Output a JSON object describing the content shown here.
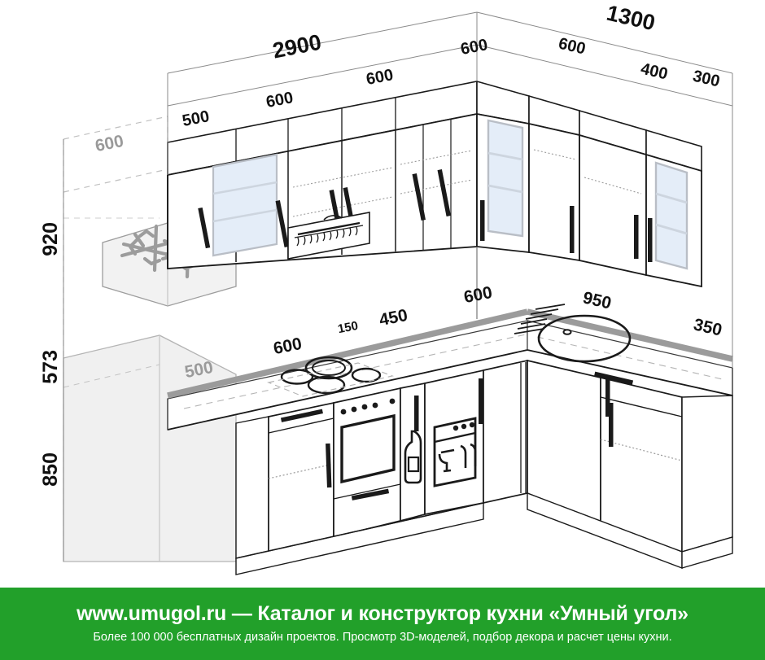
{
  "diagram": {
    "title": "Kitchen corner layout elevation",
    "units": "mm",
    "top_dimensions": [
      {
        "id": "wall-left-total",
        "value": "2900"
      },
      {
        "id": "wall-right-total",
        "value": "1300"
      }
    ],
    "upper_cabinet_widths": [
      {
        "id": "upper-1",
        "value": "500"
      },
      {
        "id": "upper-2",
        "value": "600"
      },
      {
        "id": "upper-3",
        "value": "600"
      },
      {
        "id": "upper-4",
        "value": "600"
      },
      {
        "id": "upper-corner",
        "value": "600"
      },
      {
        "id": "upper-5",
        "value": "400"
      },
      {
        "id": "upper-6",
        "value": "300"
      }
    ],
    "base_cabinet_widths": [
      {
        "id": "base-depth-left",
        "value": "500"
      },
      {
        "id": "base-1",
        "value": "600"
      },
      {
        "id": "base-bottle",
        "value": "150"
      },
      {
        "id": "base-dishwasher",
        "value": "450"
      },
      {
        "id": "base-corner",
        "value": "600"
      },
      {
        "id": "base-sink",
        "value": "950"
      },
      {
        "id": "base-right",
        "value": "350"
      }
    ],
    "vertical_dimensions": [
      {
        "id": "upper-zone-height",
        "value": "920"
      },
      {
        "id": "apron-zone-height",
        "value": "573"
      },
      {
        "id": "base-zone-height",
        "value": "850"
      }
    ],
    "depth_dimension": {
      "id": "fridge-depth",
      "value": "600"
    },
    "icons": [
      {
        "id": "snowflake-icon",
        "label": "refrigerator"
      },
      {
        "id": "dish-drainer-icon",
        "label": "plate with fork and knife"
      },
      {
        "id": "bottle-icon",
        "label": "bottle storage"
      },
      {
        "id": "dishwasher-icon",
        "label": "dishwasher"
      },
      {
        "id": "cooktop-icon",
        "label": "four burner cooktop"
      },
      {
        "id": "oven-icon",
        "label": "built-in oven"
      },
      {
        "id": "sink-icon",
        "label": "round sink with drainboard"
      },
      {
        "id": "range-hood-icon",
        "label": "range hood"
      }
    ],
    "colors": {
      "line": "#1a1a1a",
      "thin_line": "#555555",
      "ghost": "#c9c9c9",
      "glass": "#e4edf8",
      "countertop": "#9b9b9b",
      "banner_green": "#22a02a",
      "label_gray": "#9a9a9a"
    }
  },
  "footer": {
    "line1": "www.umugol.ru  —  Каталог и конструктор кухни «Умный угол»",
    "line2": "Более 100 000 бесплатных дизайн проектов. Просмотр 3D-моделей, подбор декора и расчет цены кухни."
  }
}
